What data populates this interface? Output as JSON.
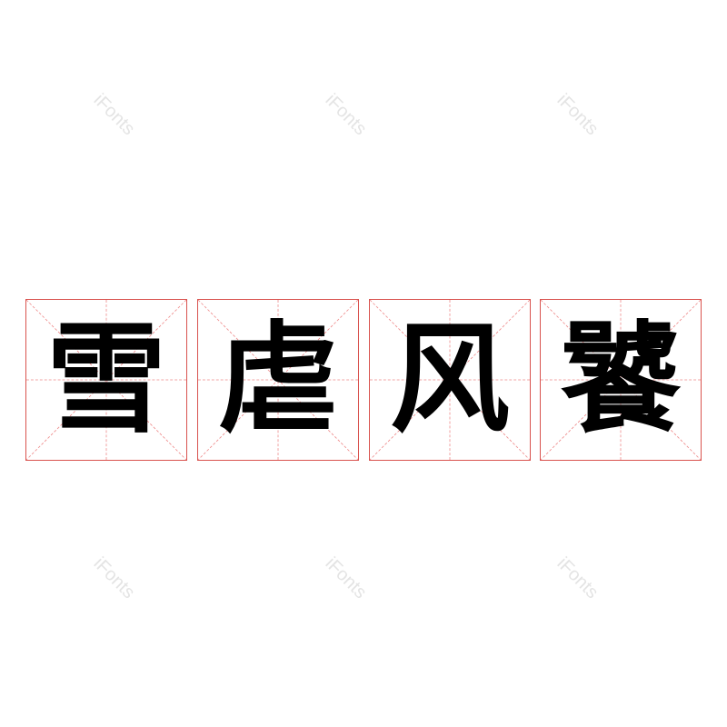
{
  "phrase": {
    "chars": [
      "雪",
      "虐",
      "风",
      "饕"
    ]
  },
  "watermark": {
    "text": "iFonts"
  },
  "colors": {
    "grid": "#d9534f",
    "glyph": "#000000",
    "watermark": "#e4e4e4"
  }
}
